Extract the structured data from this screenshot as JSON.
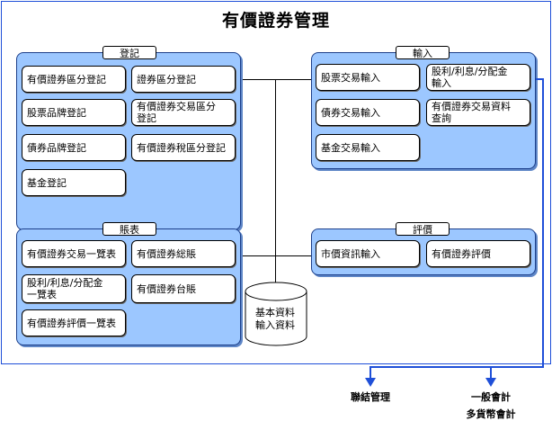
{
  "title": "有價證券管理",
  "groups": {
    "register": {
      "title": "登記",
      "items": [
        "有價證券區分登記",
        "證券區分登記",
        "股票品牌登記",
        "有價證券交易區分\n登記",
        "債券品牌登記",
        "有價證券稅區分登記",
        "基金登記"
      ]
    },
    "input": {
      "title": "輸入",
      "items": [
        "股票交易輸入",
        "股利/利息/分配金\n輸入",
        "債券交易輸入",
        "有價證券交易資料\n查詢",
        "基金交易輸入"
      ]
    },
    "ledger": {
      "title": "賬表",
      "items": [
        "有價證券交易一覽表",
        "有價證券総賬",
        "股利/利息/分配金\n一覽表",
        "有價證券台賬",
        "有價證券評價一覽表"
      ]
    },
    "valuation": {
      "title": "評價",
      "items": [
        "市價資訊輸入",
        "有價證券評價"
      ]
    }
  },
  "database": {
    "label": "基本資料\n輸入資料"
  },
  "outputs": {
    "left": "聯結管理",
    "right_line1": "一般會計",
    "right_line2": "多貨幣會計"
  },
  "colors": {
    "group_fill": "#9cc7ff",
    "group_border": "#1c3f8a",
    "frame_border": "#1f4fd8",
    "arrow": "#1f4fd8"
  }
}
